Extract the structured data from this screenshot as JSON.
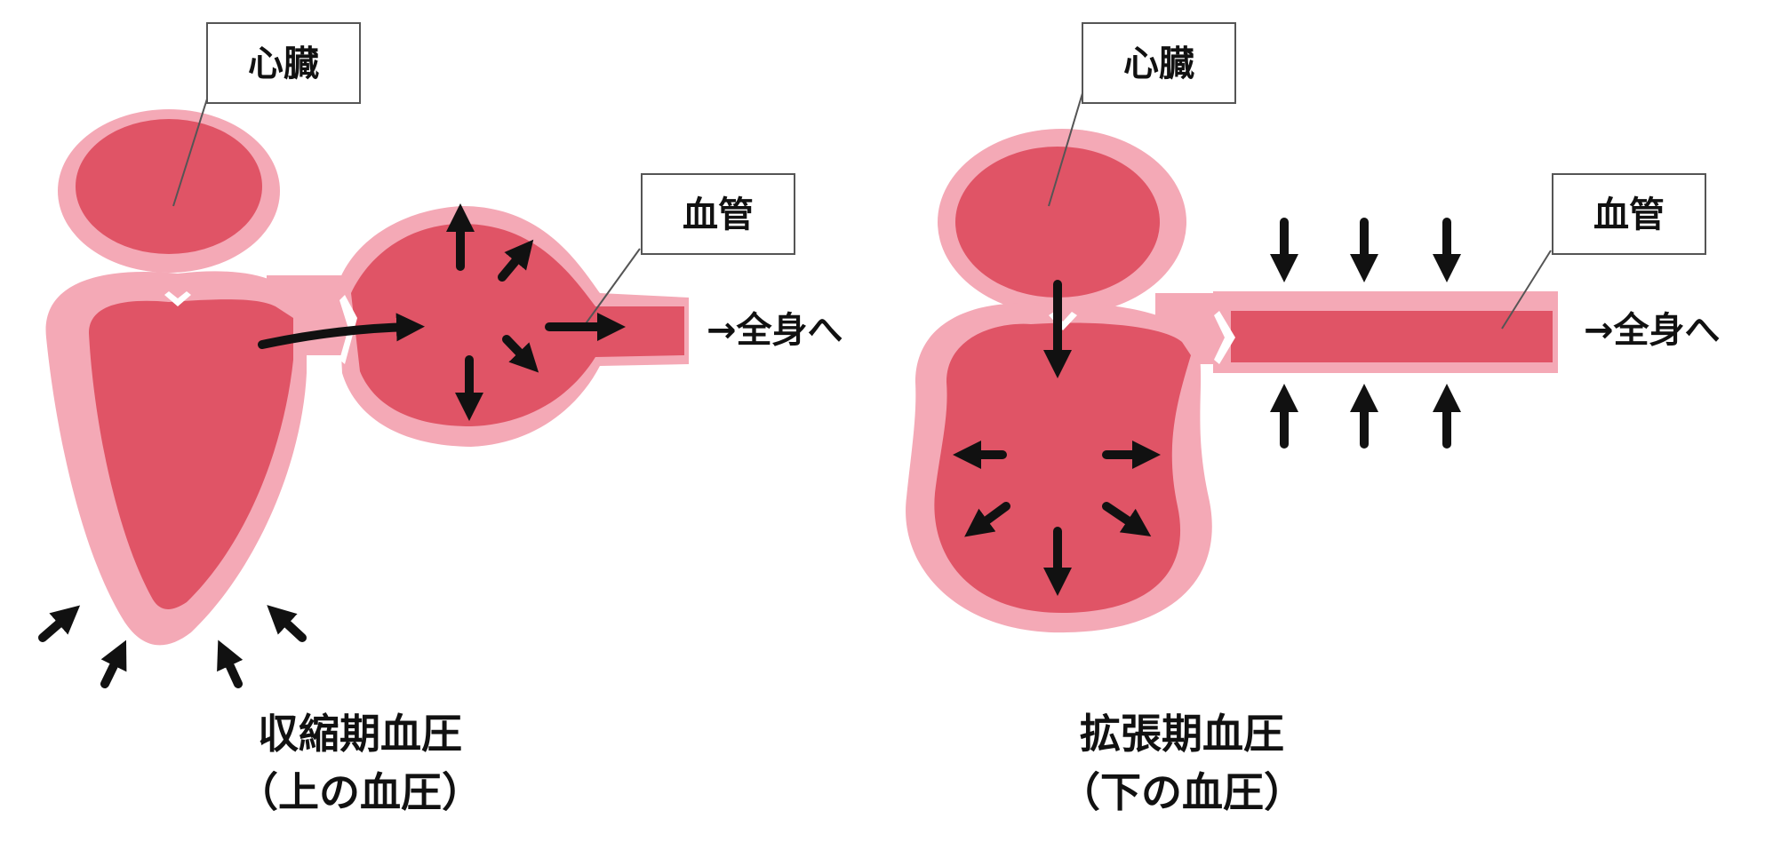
{
  "colors": {
    "blood": "#e05466",
    "wall": "#f4a9b6",
    "arrow": "#111111",
    "callout_border": "#555555",
    "background": "#ffffff"
  },
  "systolic": {
    "heart_label": "心臓",
    "vessel_label": "血管",
    "destination": "→全身へ",
    "caption_line1": "収縮期血圧",
    "caption_line2": "（上の血圧）"
  },
  "diastolic": {
    "heart_label": "心臓",
    "vessel_label": "血管",
    "destination": "→全身へ",
    "caption_line1": "拡張期血圧",
    "caption_line2": "（下の血圧）"
  }
}
